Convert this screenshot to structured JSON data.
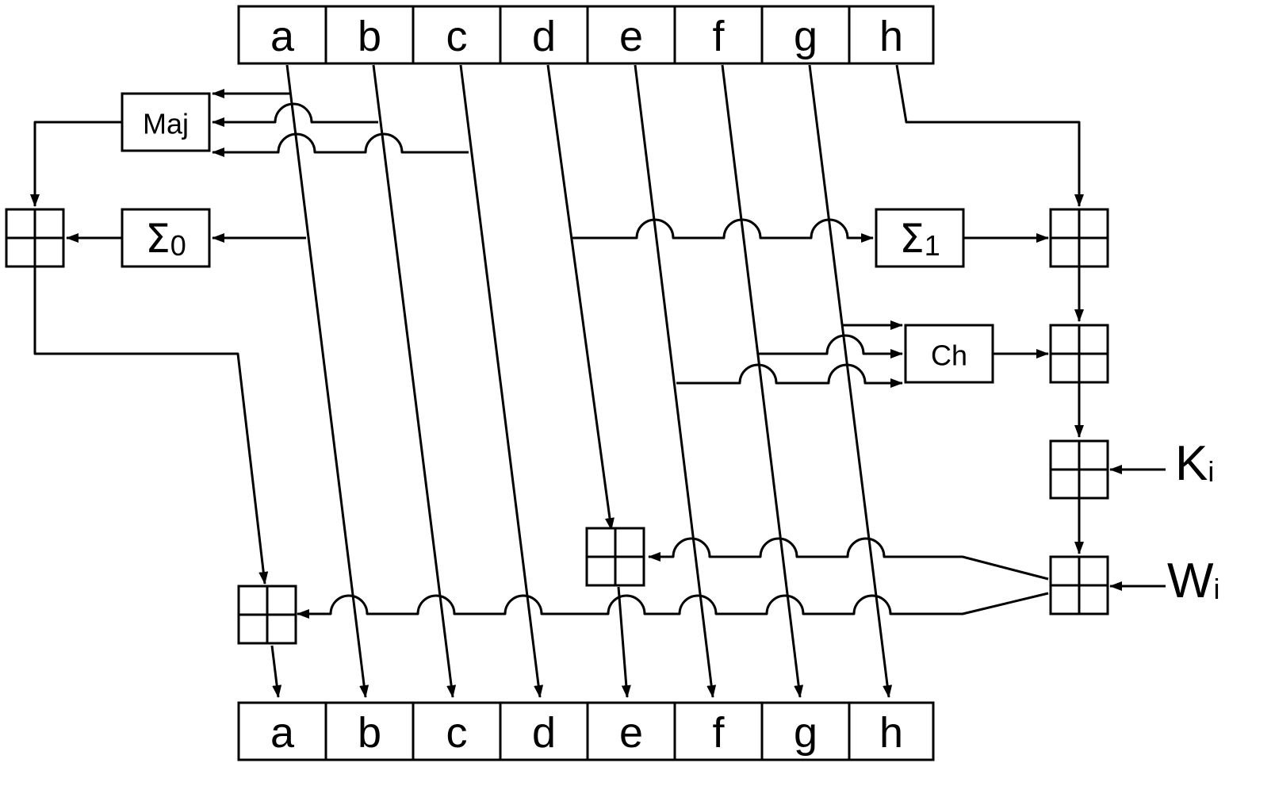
{
  "registers": {
    "input": [
      "a",
      "b",
      "c",
      "d",
      "e",
      "f",
      "g",
      "h"
    ],
    "output": [
      "a",
      "b",
      "c",
      "d",
      "e",
      "f",
      "g",
      "h"
    ]
  },
  "functions": {
    "maj": "Maj",
    "ch": "Ch",
    "sigma0_symbol": "Σ",
    "sigma0_sub": "0",
    "sigma1_symbol": "Σ",
    "sigma1_sub": "1"
  },
  "inputs": {
    "k_main": "K",
    "k_sub": "i",
    "w_main": "W",
    "w_sub": "i"
  }
}
